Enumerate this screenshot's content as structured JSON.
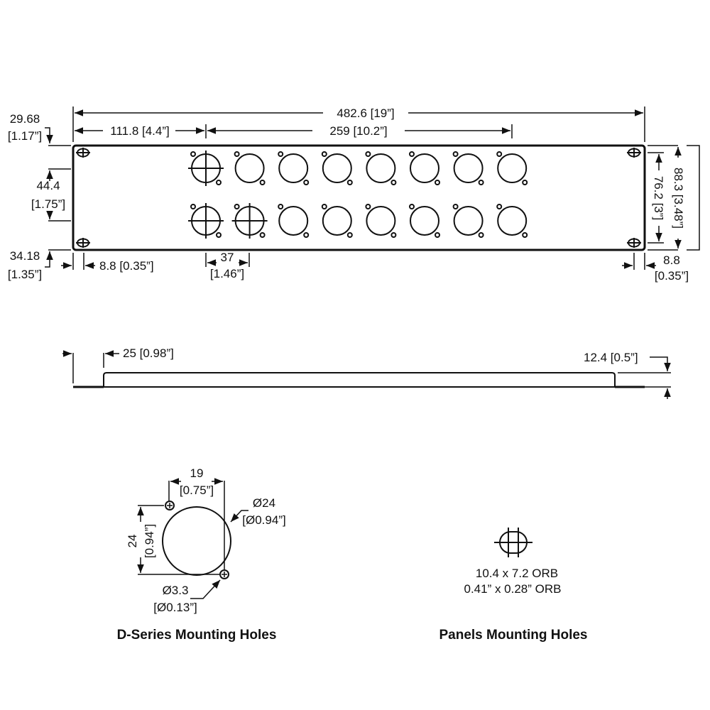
{
  "front_view": {
    "dim_overall_width": "482.6 [19”]",
    "dim_first_hole_offset": "111.8 [4.4”]",
    "dim_hole_span": "259 [10.2”]",
    "dim_top_to_hole": {
      "mm": "29.68",
      "in": "[1.17”]"
    },
    "dim_mount_spacing": {
      "mm": "44.4",
      "in": "[1.75”]"
    },
    "dim_bottom_to_hole": {
      "mm": "34.18",
      "in": "[1.35”]"
    },
    "dim_left_edge_hole": "8.8 [0.35”]",
    "dim_hole_pitch": {
      "mm": "37",
      "in": "[1.46”]"
    },
    "dim_right_vertical_inner": "76.2 [3”]",
    "dim_right_vertical_outer": "88.3 [3.48”]",
    "dim_right_edge_hole": {
      "mm": "8.8",
      "in": "[0.35”]"
    },
    "rows": 2,
    "columns": 8,
    "crosshair_holes": [
      [
        0,
        0
      ],
      [
        1,
        0
      ],
      [
        1,
        1
      ]
    ]
  },
  "side_view": {
    "dim_flange": "25 [0.98”]",
    "dim_depth": "12.4 [0.5”]"
  },
  "d_series": {
    "dim_hole_spacing": {
      "mm": "19",
      "in": "[0.75”]"
    },
    "dim_height": {
      "mm": "24",
      "in": "[0.94”]"
    },
    "dim_diameter": {
      "mm": "Ø24",
      "in": "[Ø0.94”]"
    },
    "dim_small_hole": {
      "mm": "Ø3.3",
      "in": "[Ø0.13”]"
    },
    "caption": "D-Series Mounting Holes"
  },
  "panel_holes": {
    "size_mm": "10.4 x 7.2 ORB",
    "size_in": "0.41” x 0.28” ORB",
    "caption": "Panels Mounting Holes"
  }
}
